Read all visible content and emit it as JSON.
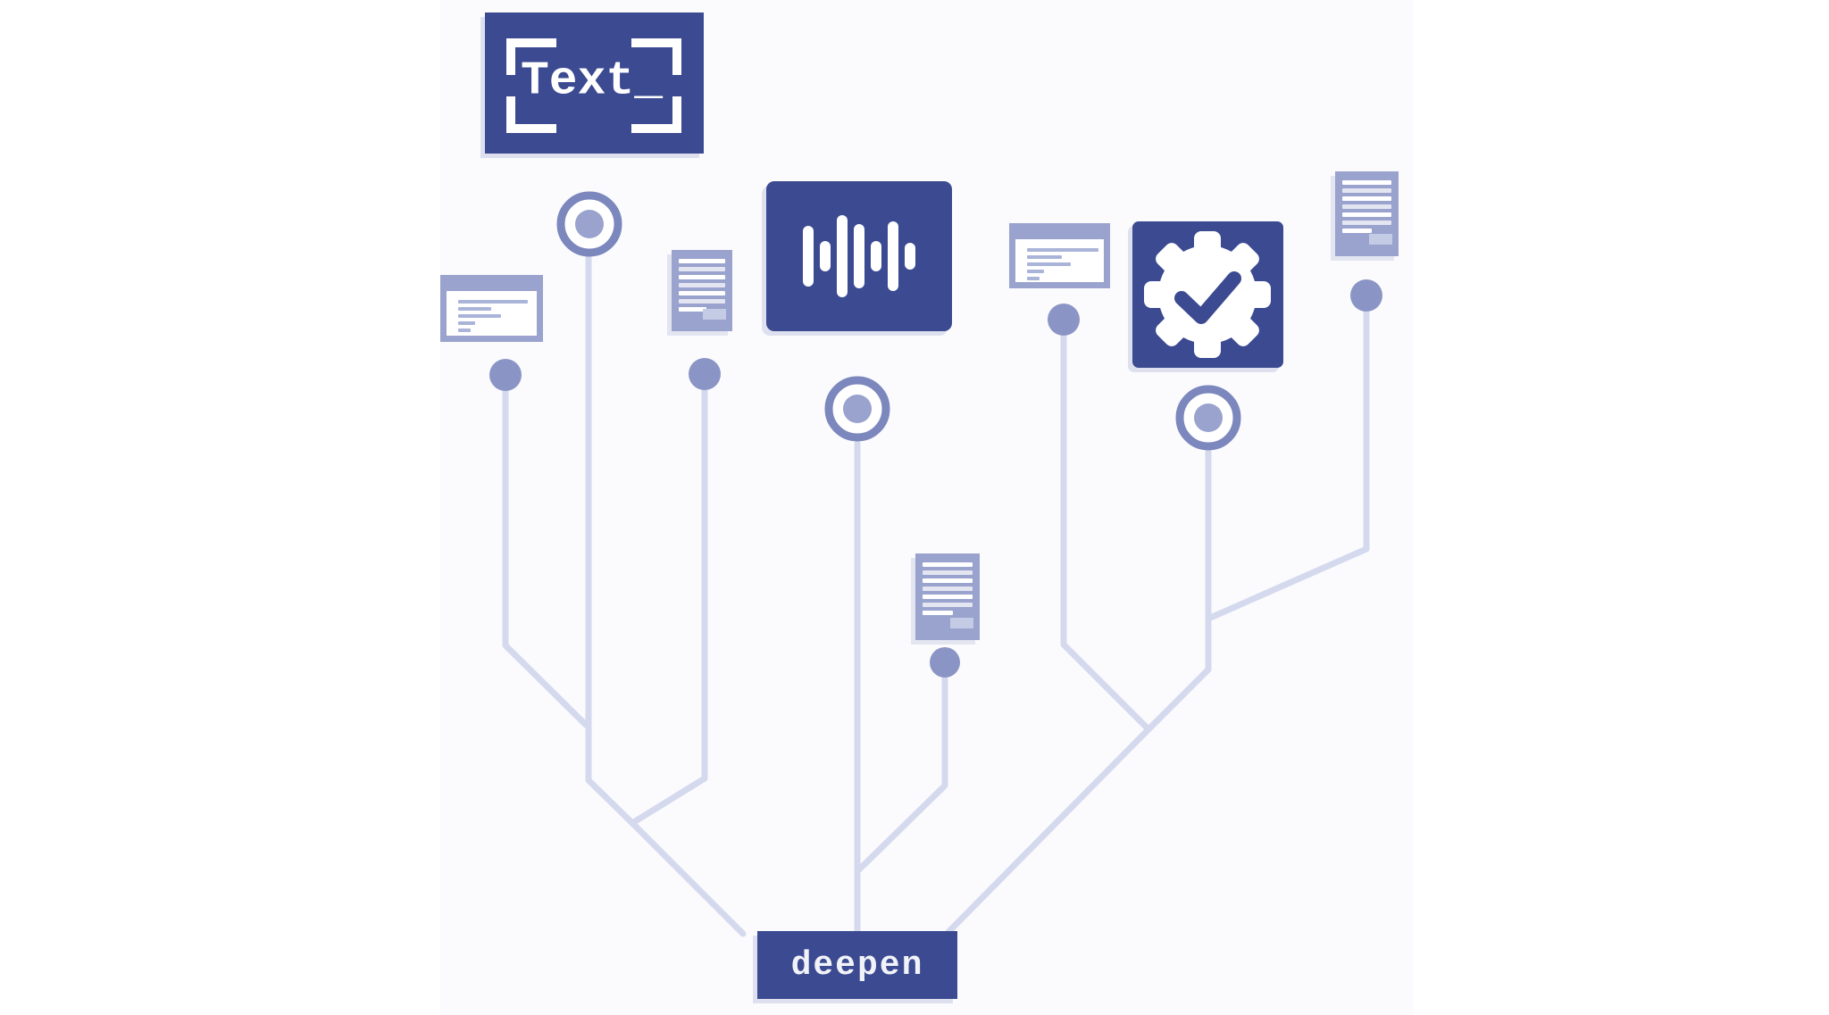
{
  "page": {
    "kind": "illustration",
    "description": "Tree diagram of data sources (text, cards, documents, audio, verification) converging through connector lines into the deepen node"
  },
  "labels": {
    "text_node": "Text_",
    "brand": "deepen"
  },
  "palette": {
    "primary_blue": "#3b4a91",
    "icon_purple": "#99a3ce",
    "ring_purple": "#7b87bd",
    "dot_purple": "#8b95c5",
    "connector_lavender": "#d4d9ee",
    "card_line_purple": "#aab4d8",
    "white": "#ffffff"
  },
  "icons": [
    {
      "name": "text-ocr-icon",
      "meaning": "text recognition frame with corner brackets"
    },
    {
      "name": "browser-card-icon",
      "meaning": "window card with lines of text"
    },
    {
      "name": "radio-node-icon",
      "meaning": "ring node with inner dot"
    },
    {
      "name": "document-icon",
      "meaning": "document page with text lines"
    },
    {
      "name": "audio-waveform-icon",
      "meaning": "sound waveform bars"
    },
    {
      "name": "verified-badge-icon",
      "meaning": "scalloped seal with checkmark"
    }
  ],
  "diagram": {
    "type": "merge-tree",
    "sources_left_to_right": [
      "browser-card",
      "text-frame-radio-node",
      "document",
      "audio-waveform",
      "document",
      "browser-card",
      "verified-badge",
      "document"
    ],
    "sink": "deepen",
    "connector_style": "rounded lavender lines with dot and ring terminals merging downward"
  }
}
